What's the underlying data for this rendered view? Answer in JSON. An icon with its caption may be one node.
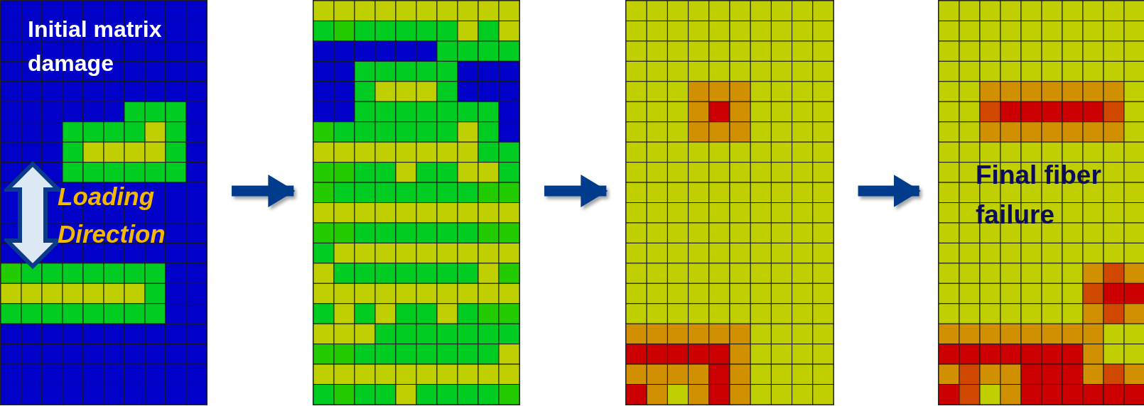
{
  "diagram": {
    "nodes": [
      {
        "text": [
          "Initial matrix damage",
          "Loading Direction"
        ]
      },
      {
        "text": [],
        "shape": "box"
      },
      {
        "text": [],
        "shape": "box"
      },
      {
        "text": [
          "Final fiber failure"
        ]
      }
    ],
    "edges": [
      {
        "from": 0,
        "to": 1,
        "arrow": "to"
      },
      {
        "from": 1,
        "to": 2,
        "arrow": "to"
      },
      {
        "from": 2,
        "to": 3,
        "arrow": "to"
      }
    ]
  }
}
